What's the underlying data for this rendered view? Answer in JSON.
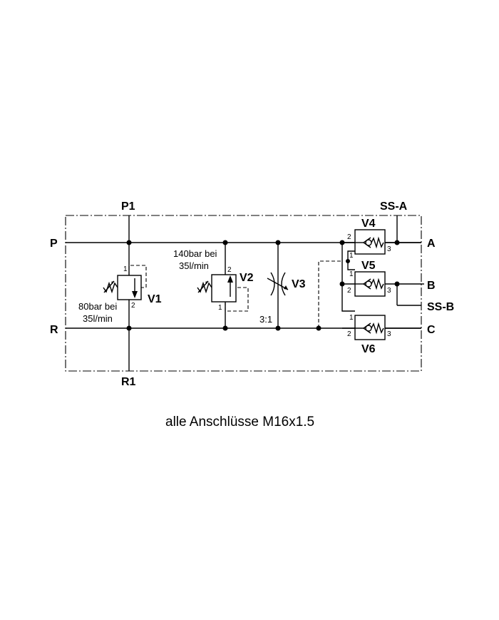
{
  "ports": {
    "p": "P",
    "r": "R",
    "p1": "P1",
    "r1": "R1",
    "a": "A",
    "b": "B",
    "c": "C",
    "ss_a": "SS-A",
    "ss_b": "SS-B"
  },
  "valves": {
    "v1": {
      "name": "V1",
      "setting_line1": "80bar bei",
      "setting_line2": "35l/min",
      "port_top": "1",
      "port_bottom": "2"
    },
    "v2": {
      "name": "V2",
      "setting_line1": "140bar bei",
      "setting_line2": "35l/min",
      "port_top": "2",
      "port_bottom": "1"
    },
    "v3": {
      "name": "V3",
      "ratio": "3:1"
    },
    "v4": {
      "name": "V4",
      "port_in": "2",
      "port_out": "3",
      "port_pilot": "1"
    },
    "v5": {
      "name": "V5",
      "port_in": "2",
      "port_out": "3",
      "port_pilot": "1"
    },
    "v6": {
      "name": "V6",
      "port_in": "2",
      "port_out": "3",
      "port_pilot": "1"
    }
  },
  "caption": "alle Anschlüsse M16x1.5"
}
